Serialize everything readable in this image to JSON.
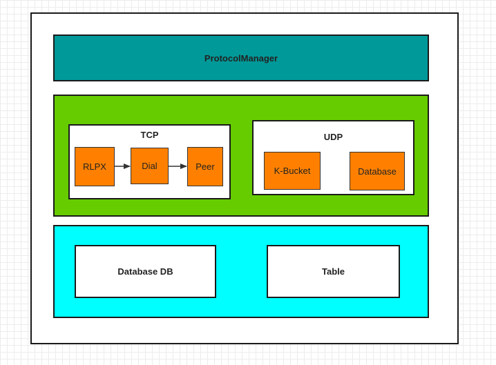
{
  "diagram": {
    "protocol_manager": "ProtocolManager",
    "tcp": {
      "title": "TCP",
      "nodes": [
        "RLPX",
        "Dial",
        "Peer"
      ]
    },
    "udp": {
      "title": "UDP",
      "nodes": [
        "K-Bucket",
        "Database"
      ]
    },
    "storage": {
      "nodes": [
        "Database DB",
        "Table"
      ]
    },
    "colors": {
      "protocol_manager_fill": "#009999",
      "network_layer_fill": "#66cc00",
      "storage_layer_fill": "#00ffff",
      "node_fill": "#ff8000",
      "border": "#1a1a1a"
    },
    "edges": [
      {
        "from": "RLPX",
        "to": "Dial"
      },
      {
        "from": "Dial",
        "to": "Peer"
      }
    ]
  }
}
